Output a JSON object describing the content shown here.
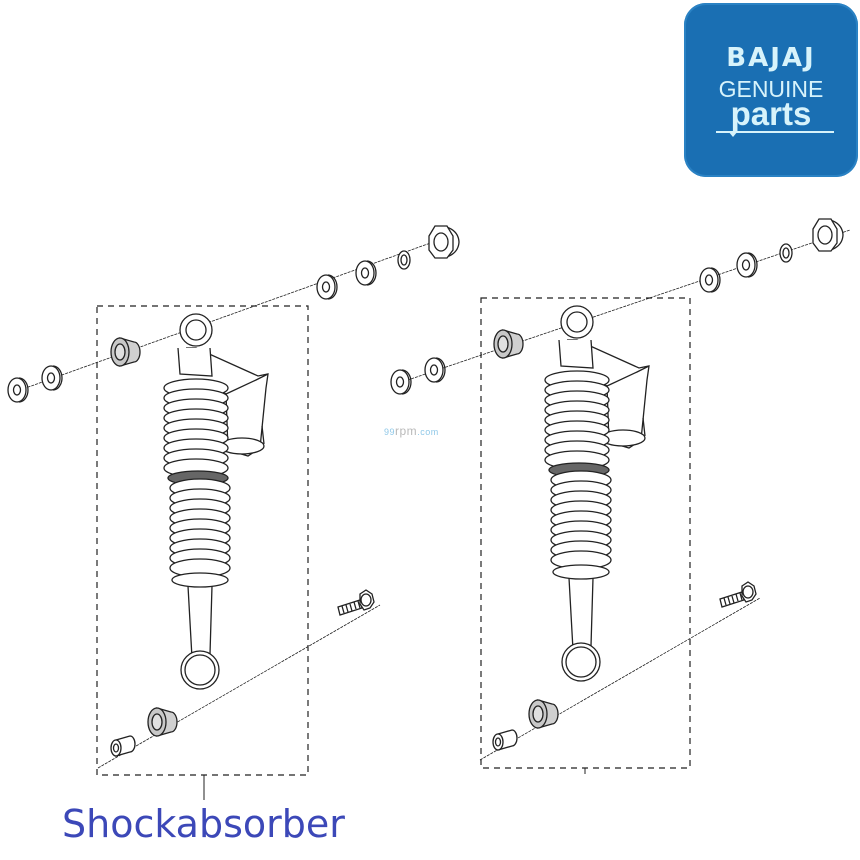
{
  "logo": {
    "brand": "BAJAJ",
    "line1": "GENUINE",
    "line2": "parts",
    "background": "#1a6fb3",
    "text_color": "#d7f3fb"
  },
  "watermark": {
    "prefix": "99",
    "main": "rpm",
    "suffix": ".com"
  },
  "diagram": {
    "title": "Shockabsorber",
    "assemblies": [
      {
        "id": "left",
        "parts": [
          "washer",
          "washer",
          "bushing",
          "shock-absorber",
          "washer",
          "washer",
          "spring-washer",
          "cap-nut",
          "bolt",
          "bushing",
          "collar"
        ]
      },
      {
        "id": "right",
        "parts": [
          "washer",
          "washer",
          "bushing",
          "shock-absorber",
          "washer",
          "washer",
          "spring-washer",
          "cap-nut",
          "bolt",
          "bushing",
          "collar"
        ]
      }
    ],
    "caption_color": "#3c48b8"
  }
}
